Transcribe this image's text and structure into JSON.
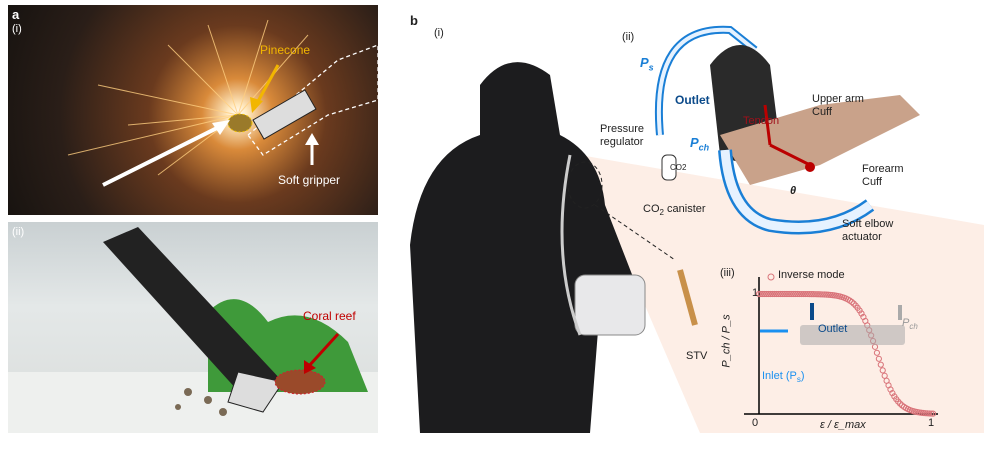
{
  "panel_a": {
    "letter": "a",
    "sub_i": {
      "label": "(i)",
      "pinecone": "Pinecone",
      "gripper": "Soft gripper"
    },
    "sub_ii": {
      "label": "(ii)",
      "coral": "Coral reef"
    }
  },
  "panel_b": {
    "letter": "b",
    "sub_i": {
      "label": "(i)"
    },
    "sub_ii": {
      "label": "(ii)",
      "ps": "P",
      "ps_sub": "s",
      "pch": "P",
      "pch_sub": "ch",
      "outlet": "Outlet",
      "pressure_regulator_1": "Pressure",
      "pressure_regulator_2": "regulator",
      "tendon": "Tendon",
      "upper_arm_1": "Upper arm",
      "upper_arm_2": "Cuff",
      "forearm_1": "Forearm",
      "forearm_2": "Cuff",
      "canister_pre": "CO",
      "canister_sub": "2",
      "canister_post": " canister",
      "co2": "CO2",
      "theta": "θ",
      "actuator_1": "Soft elbow",
      "actuator_2": "actuator"
    },
    "stv": "STV",
    "sub_iii": {
      "label": "(iii)",
      "legend": "Inverse mode",
      "outlet": "Outlet",
      "inlet": "Inlet (P",
      "inlet_sub": "s",
      "inlet_close": ")",
      "pch": "P",
      "pch_sub": "ch"
    }
  },
  "chart_data": {
    "type": "scatter",
    "title": "",
    "xlabel": "ε / ε_max",
    "ylabel": "P_ch / P_s",
    "xlim": [
      0,
      1
    ],
    "ylim": [
      0,
      1
    ],
    "x_ticks": [
      "0",
      "1"
    ],
    "y_ticks": [
      "1"
    ],
    "legend": [
      "Inverse mode"
    ],
    "series": [
      {
        "name": "Inverse mode",
        "color": "#d9747a",
        "shape": "sigmoid",
        "plateau_end": 0.45,
        "midpoint": 0.68,
        "zero_start": 0.86
      }
    ]
  }
}
